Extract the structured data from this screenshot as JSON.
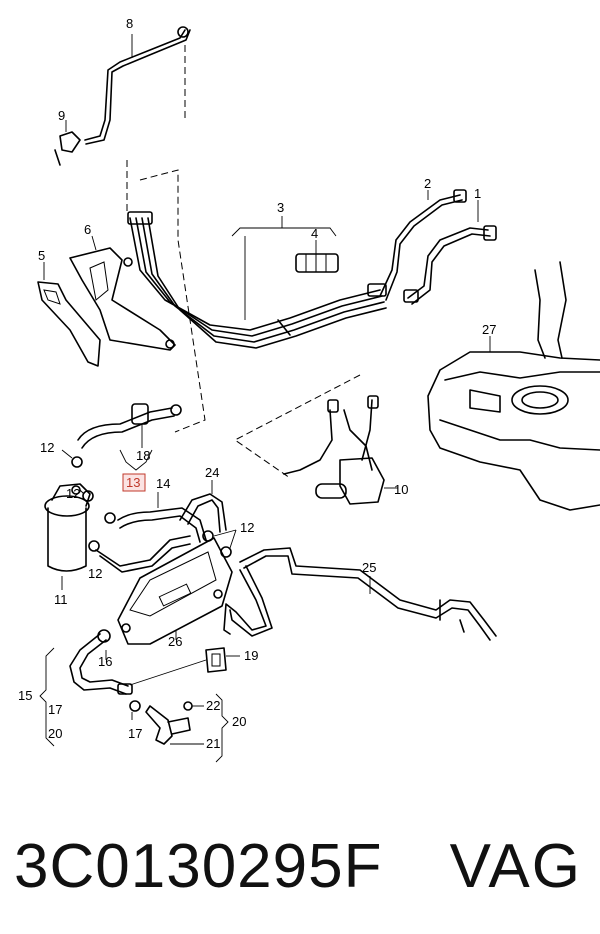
{
  "diagram": {
    "callouts": [
      {
        "id": "c8",
        "label": "8"
      },
      {
        "id": "c9",
        "label": "9"
      },
      {
        "id": "c2",
        "label": "2"
      },
      {
        "id": "c1",
        "label": "1"
      },
      {
        "id": "c3",
        "label": "3"
      },
      {
        "id": "c4",
        "label": "4"
      },
      {
        "id": "c6",
        "label": "6"
      },
      {
        "id": "c5",
        "label": "5"
      },
      {
        "id": "c27",
        "label": "27"
      },
      {
        "id": "c12a",
        "label": "12"
      },
      {
        "id": "c18",
        "label": "18"
      },
      {
        "id": "c13",
        "label": "13"
      },
      {
        "id": "c14",
        "label": "14"
      },
      {
        "id": "c24",
        "label": "24"
      },
      {
        "id": "c12b",
        "label": "12"
      },
      {
        "id": "c12c",
        "label": "12"
      },
      {
        "id": "c12d",
        "label": "12"
      },
      {
        "id": "c11",
        "label": "11"
      },
      {
        "id": "c10",
        "label": "10"
      },
      {
        "id": "c25",
        "label": "25"
      },
      {
        "id": "c26",
        "label": "26"
      },
      {
        "id": "c16",
        "label": "16"
      },
      {
        "id": "c19",
        "label": "19"
      },
      {
        "id": "c15",
        "label": "15"
      },
      {
        "id": "c17a",
        "label": "17"
      },
      {
        "id": "c20a",
        "label": "20"
      },
      {
        "id": "c17b",
        "label": "17"
      },
      {
        "id": "c22",
        "label": "22"
      },
      {
        "id": "c20b",
        "label": "20"
      },
      {
        "id": "c21",
        "label": "21"
      }
    ]
  },
  "footer": {
    "part_number": "3C0130295F",
    "brand": "VAG"
  },
  "colors": {
    "highlight": "#c0392b",
    "highlight_fill": "#fbe3e3"
  }
}
